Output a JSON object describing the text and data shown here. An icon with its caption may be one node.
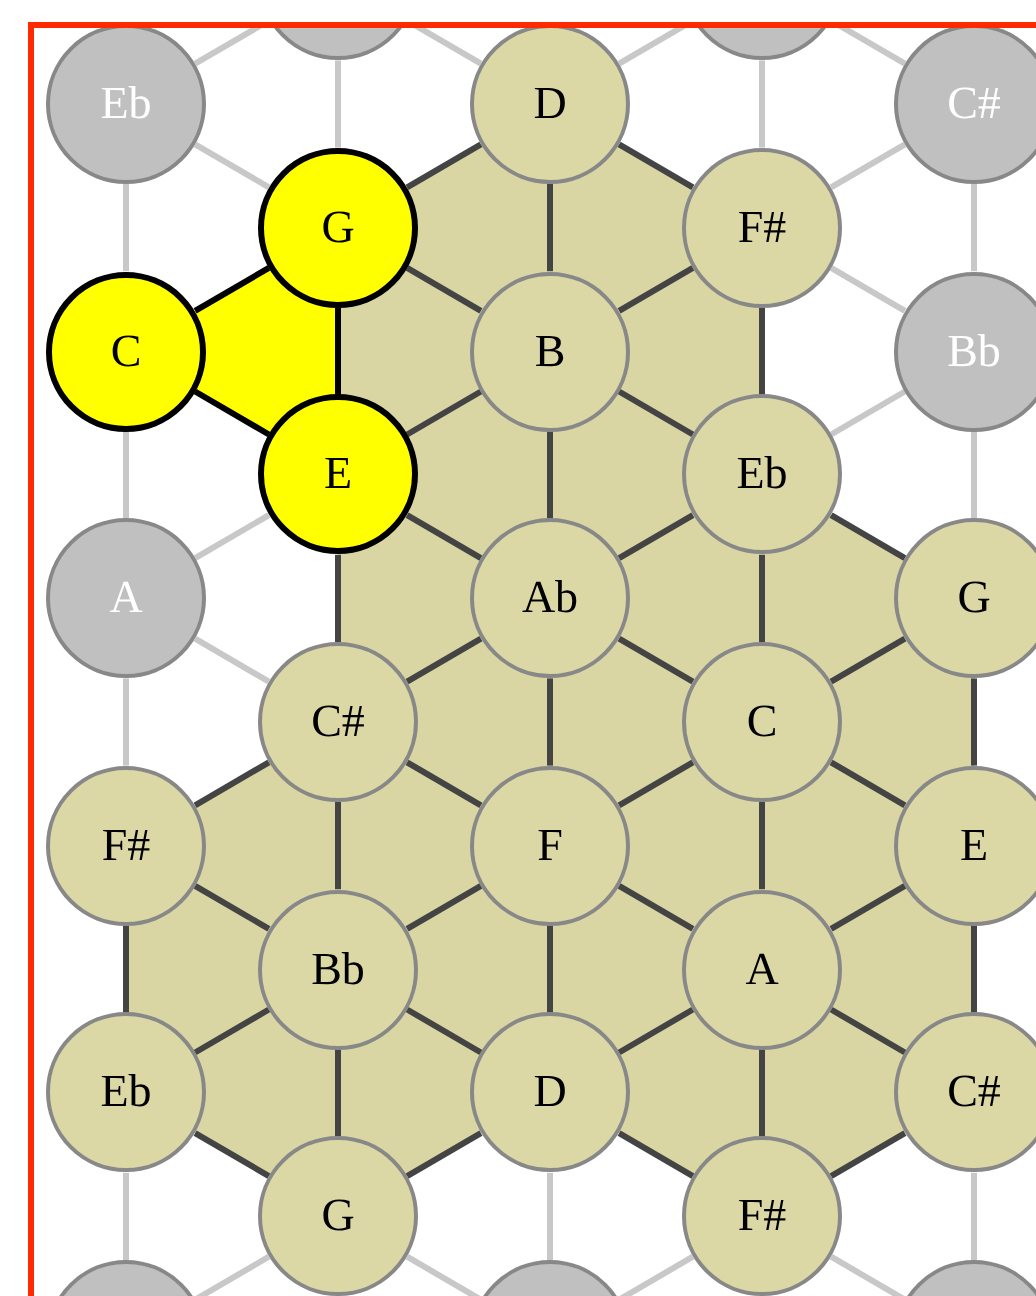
{
  "diagram": {
    "nodes": [
      {
        "text": [],
        "shape": "circle"
      },
      {
        "text": [],
        "shape": "circle"
      },
      {
        "text": [
          "Eb"
        ]
      },
      {
        "text": [
          "D"
        ]
      },
      {
        "text": [
          "C#"
        ]
      },
      {
        "text": [
          "G"
        ]
      },
      {
        "text": [
          "F#"
        ]
      },
      {
        "text": [
          "C"
        ]
      },
      {
        "text": [
          "B"
        ]
      },
      {
        "text": [
          "Bb"
        ]
      },
      {
        "text": [
          "E"
        ]
      },
      {
        "text": [
          "Eb"
        ]
      },
      {
        "text": [
          "A"
        ]
      },
      {
        "text": [
          "Ab"
        ]
      },
      {
        "text": [
          "G"
        ]
      },
      {
        "text": [
          "C#"
        ]
      },
      {
        "text": [
          "C"
        ]
      },
      {
        "text": [
          "F#"
        ]
      },
      {
        "text": [
          "F"
        ]
      },
      {
        "text": [
          "E"
        ]
      },
      {
        "text": [
          "Bb"
        ]
      },
      {
        "text": [
          "A"
        ]
      },
      {
        "text": [
          "Eb"
        ]
      },
      {
        "text": [
          "D"
        ]
      },
      {
        "text": [
          "C#"
        ]
      },
      {
        "text": [
          "G"
        ]
      },
      {
        "text": [
          "F#"
        ]
      },
      {
        "text": [],
        "shape": "circle"
      },
      {
        "text": [],
        "shape": "circle"
      },
      {
        "text": [],
        "shape": "circle"
      }
    ],
    "edges": [
      {
        "from": 2,
        "to": 7,
        "arrow": "none",
        "color": "#c8c8c8"
      },
      {
        "from": 2,
        "to": 5,
        "arrow": "none",
        "color": "#c8c8c8"
      },
      {
        "from": 2,
        "to": 0,
        "arrow": "none",
        "color": "#c8c8c8"
      },
      {
        "from": 7,
        "to": 12,
        "arrow": "none",
        "color": "#c8c8c8"
      },
      {
        "from": 7,
        "to": 10,
        "arrow": "none",
        "color": "#000000"
      },
      {
        "from": 7,
        "to": 5,
        "arrow": "none",
        "color": "#000000"
      },
      {
        "from": 12,
        "to": 17,
        "arrow": "none",
        "color": "#c8c8c8"
      },
      {
        "from": 12,
        "to": 15,
        "arrow": "none",
        "color": "#c8c8c8"
      },
      {
        "from": 12,
        "to": 10,
        "arrow": "none",
        "color": "#c8c8c8"
      },
      {
        "from": 17,
        "to": 22,
        "arrow": "none"
      },
      {
        "from": 17,
        "to": 20,
        "arrow": "none"
      },
      {
        "from": 17,
        "to": 15,
        "arrow": "none"
      },
      {
        "from": 22,
        "to": 27,
        "arrow": "none",
        "color": "#c8c8c8"
      },
      {
        "from": 22,
        "to": 25,
        "arrow": "none"
      },
      {
        "from": 22,
        "to": 20,
        "arrow": "none"
      },
      {
        "from": 27,
        "to": 25,
        "arrow": "none",
        "color": "#c8c8c8"
      },
      {
        "from": 0,
        "to": 5,
        "arrow": "none",
        "color": "#c8c8c8"
      },
      {
        "from": 0,
        "to": 3,
        "arrow": "none",
        "color": "#c8c8c8"
      },
      {
        "from": 5,
        "to": 10,
        "arrow": "none",
        "color": "#000000"
      },
      {
        "from": 5,
        "to": 8,
        "arrow": "none"
      },
      {
        "from": 5,
        "to": 3,
        "arrow": "none"
      },
      {
        "from": 10,
        "to": 15,
        "arrow": "none"
      },
      {
        "from": 10,
        "to": 13,
        "arrow": "none"
      },
      {
        "from": 10,
        "to": 8,
        "arrow": "none"
      },
      {
        "from": 15,
        "to": 20,
        "arrow": "none"
      },
      {
        "from": 15,
        "to": 18,
        "arrow": "none"
      },
      {
        "from": 15,
        "to": 13,
        "arrow": "none"
      },
      {
        "from": 20,
        "to": 25,
        "arrow": "none"
      },
      {
        "from": 20,
        "to": 23,
        "arrow": "none"
      },
      {
        "from": 20,
        "to": 18,
        "arrow": "none"
      },
      {
        "from": 25,
        "to": 28,
        "arrow": "none",
        "color": "#c8c8c8"
      },
      {
        "from": 25,
        "to": 23,
        "arrow": "none"
      },
      {
        "from": 3,
        "to": 8,
        "arrow": "none"
      },
      {
        "from": 3,
        "to": 6,
        "arrow": "none"
      },
      {
        "from": 3,
        "to": 1,
        "arrow": "none",
        "color": "#c8c8c8"
      },
      {
        "from": 8,
        "to": 13,
        "arrow": "none"
      },
      {
        "from": 8,
        "to": 11,
        "arrow": "none"
      },
      {
        "from": 8,
        "to": 6,
        "arrow": "none"
      },
      {
        "from": 13,
        "to": 18,
        "arrow": "none"
      },
      {
        "from": 13,
        "to": 16,
        "arrow": "none"
      },
      {
        "from": 13,
        "to": 11,
        "arrow": "none"
      },
      {
        "from": 18,
        "to": 23,
        "arrow": "none"
      },
      {
        "from": 18,
        "to": 21,
        "arrow": "none"
      },
      {
        "from": 18,
        "to": 16,
        "arrow": "none"
      },
      {
        "from": 23,
        "to": 28,
        "arrow": "none",
        "color": "#c8c8c8"
      },
      {
        "from": 23,
        "to": 26,
        "arrow": "none"
      },
      {
        "from": 23,
        "to": 21,
        "arrow": "none"
      },
      {
        "from": 28,
        "to": 26,
        "arrow": "none",
        "color": "#c8c8c8"
      },
      {
        "from": 1,
        "to": 6,
        "arrow": "none",
        "color": "#c8c8c8"
      },
      {
        "from": 1,
        "to": 4,
        "arrow": "none",
        "color": "#c8c8c8"
      },
      {
        "from": 6,
        "to": 11,
        "arrow": "none"
      },
      {
        "from": 6,
        "to": 9,
        "arrow": "none",
        "color": "#c8c8c8"
      },
      {
        "from": 6,
        "to": 4,
        "arrow": "none",
        "color": "#c8c8c8"
      },
      {
        "from": 11,
        "to": 16,
        "arrow": "none"
      },
      {
        "from": 11,
        "to": 14,
        "arrow": "none"
      },
      {
        "from": 11,
        "to": 9,
        "arrow": "none",
        "color": "#c8c8c8"
      },
      {
        "from": 16,
        "to": 21,
        "arrow": "none"
      },
      {
        "from": 16,
        "to": 19,
        "arrow": "none"
      },
      {
        "from": 16,
        "to": 14,
        "arrow": "none"
      },
      {
        "from": 21,
        "to": 26,
        "arrow": "none"
      },
      {
        "from": 21,
        "to": 24,
        "arrow": "none"
      },
      {
        "from": 21,
        "to": 19,
        "arrow": "none"
      },
      {
        "from": 26,
        "to": 29,
        "arrow": "none",
        "color": "#c8c8c8"
      },
      {
        "from": 26,
        "to": 24,
        "arrow": "none"
      },
      {
        "from": 4,
        "to": 9,
        "arrow": "none",
        "color": "#c8c8c8"
      },
      {
        "from": 9,
        "to": 14,
        "arrow": "none",
        "color": "#c8c8c8"
      },
      {
        "from": 14,
        "to": 19,
        "arrow": "none"
      },
      {
        "from": 19,
        "to": 24,
        "arrow": "none"
      },
      {
        "from": 24,
        "to": 29,
        "arrow": "none",
        "color": "#c8c8c8"
      }
    ]
  }
}
